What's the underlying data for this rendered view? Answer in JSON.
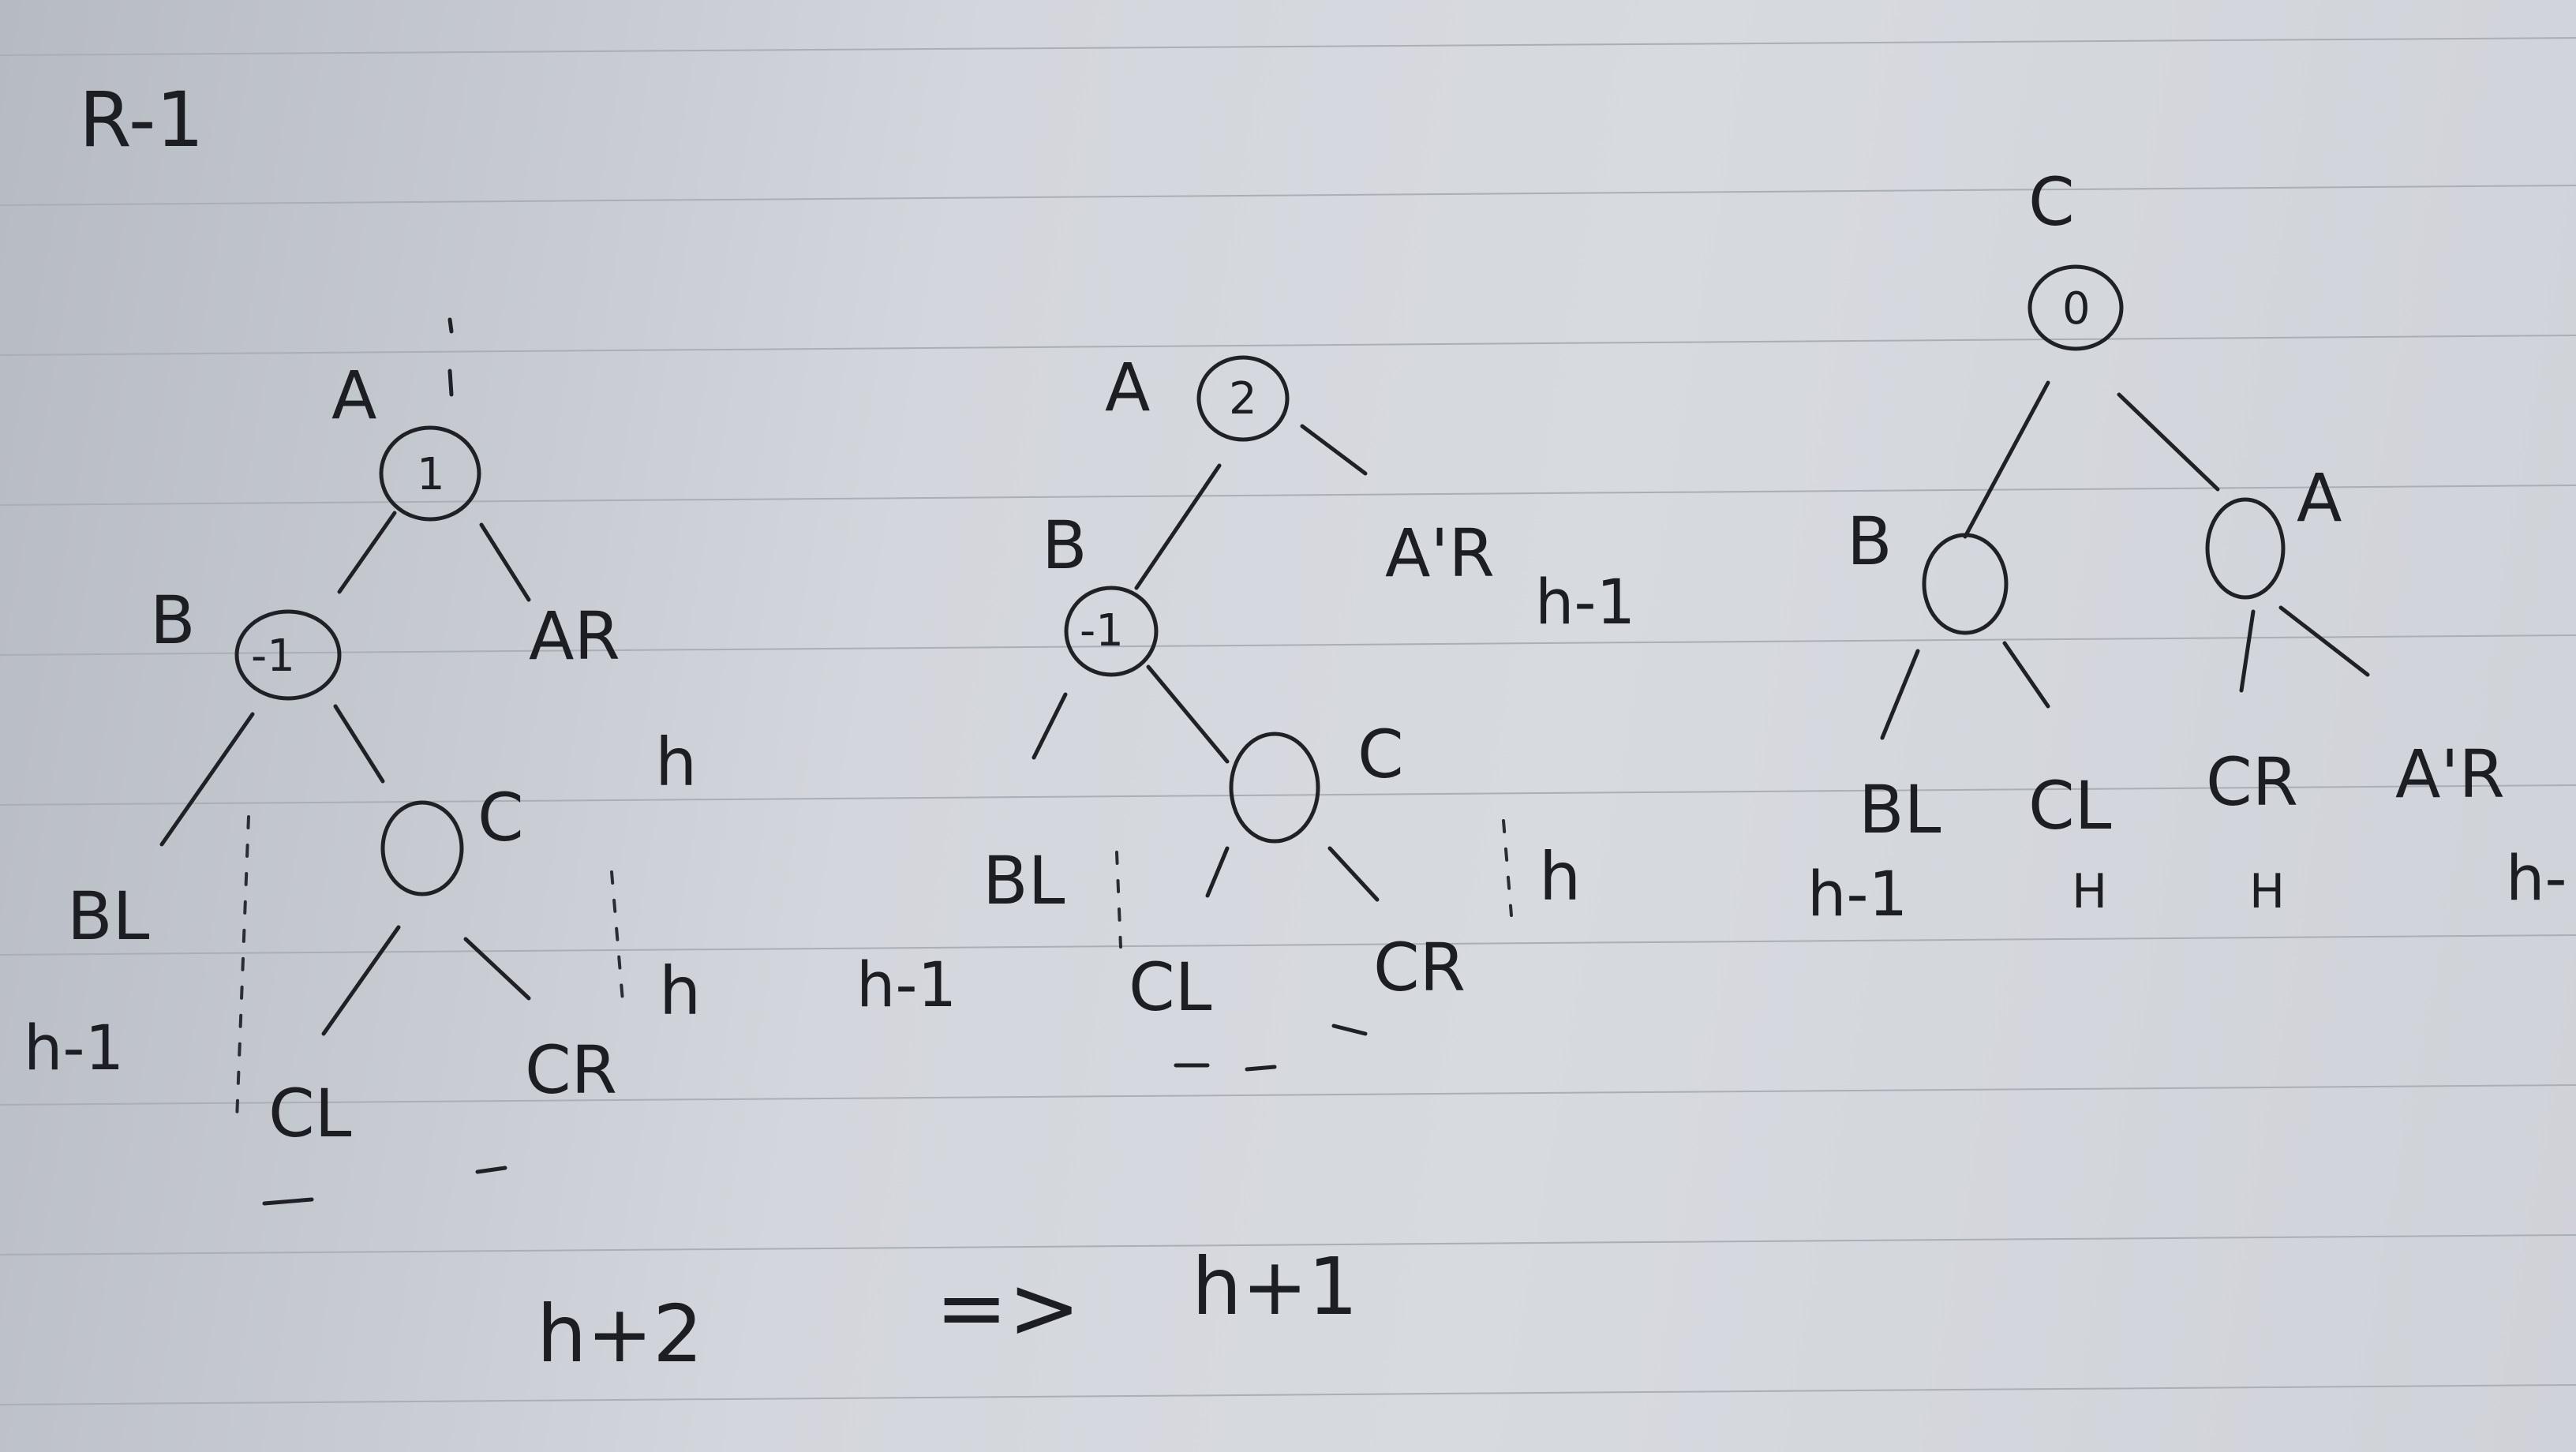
{
  "page_label": "R-1",
  "diagrams": [
    {
      "name": "before",
      "nodes": [
        {
          "id": "A",
          "label": "A",
          "value": "1"
        },
        {
          "id": "B",
          "label": "B",
          "value": "-1"
        },
        {
          "id": "C",
          "label": "C",
          "value": ""
        }
      ],
      "leaves": [
        {
          "id": "BL",
          "label": "BL",
          "height": "h-1"
        },
        {
          "id": "AR",
          "label": "AR",
          "height": "h"
        },
        {
          "id": "CL",
          "label": "CL",
          "height": ""
        },
        {
          "id": "CR",
          "label": "CR",
          "height": "h"
        }
      ]
    },
    {
      "name": "after-insert",
      "nodes": [
        {
          "id": "A",
          "label": "A",
          "value": "2"
        },
        {
          "id": "B",
          "label": "B",
          "value": "-1"
        },
        {
          "id": "C",
          "label": "C",
          "value": ""
        }
      ],
      "leaves": [
        {
          "id": "AR",
          "label": "A'R",
          "height": "h-1"
        },
        {
          "id": "BL",
          "label": "BL",
          "height": "h-1"
        },
        {
          "id": "CL",
          "label": "CL",
          "height": ""
        },
        {
          "id": "CR",
          "label": "CR",
          "height": "h"
        }
      ]
    },
    {
      "name": "after-rotation",
      "nodes": [
        {
          "id": "C",
          "label": "C",
          "value": "0"
        },
        {
          "id": "B",
          "label": "B",
          "value": ""
        },
        {
          "id": "A",
          "label": "A",
          "value": ""
        }
      ],
      "leaves": [
        {
          "id": "BL",
          "label": "BL",
          "height": "h-1"
        },
        {
          "id": "CL",
          "label": "CL",
          "height": "H"
        },
        {
          "id": "CR",
          "label": "CR",
          "height": "H"
        },
        {
          "id": "AR",
          "label": "A'R",
          "height": "h-"
        }
      ]
    }
  ],
  "footer": {
    "left": "h+2",
    "arrow": "=>",
    "right": "h+1"
  }
}
